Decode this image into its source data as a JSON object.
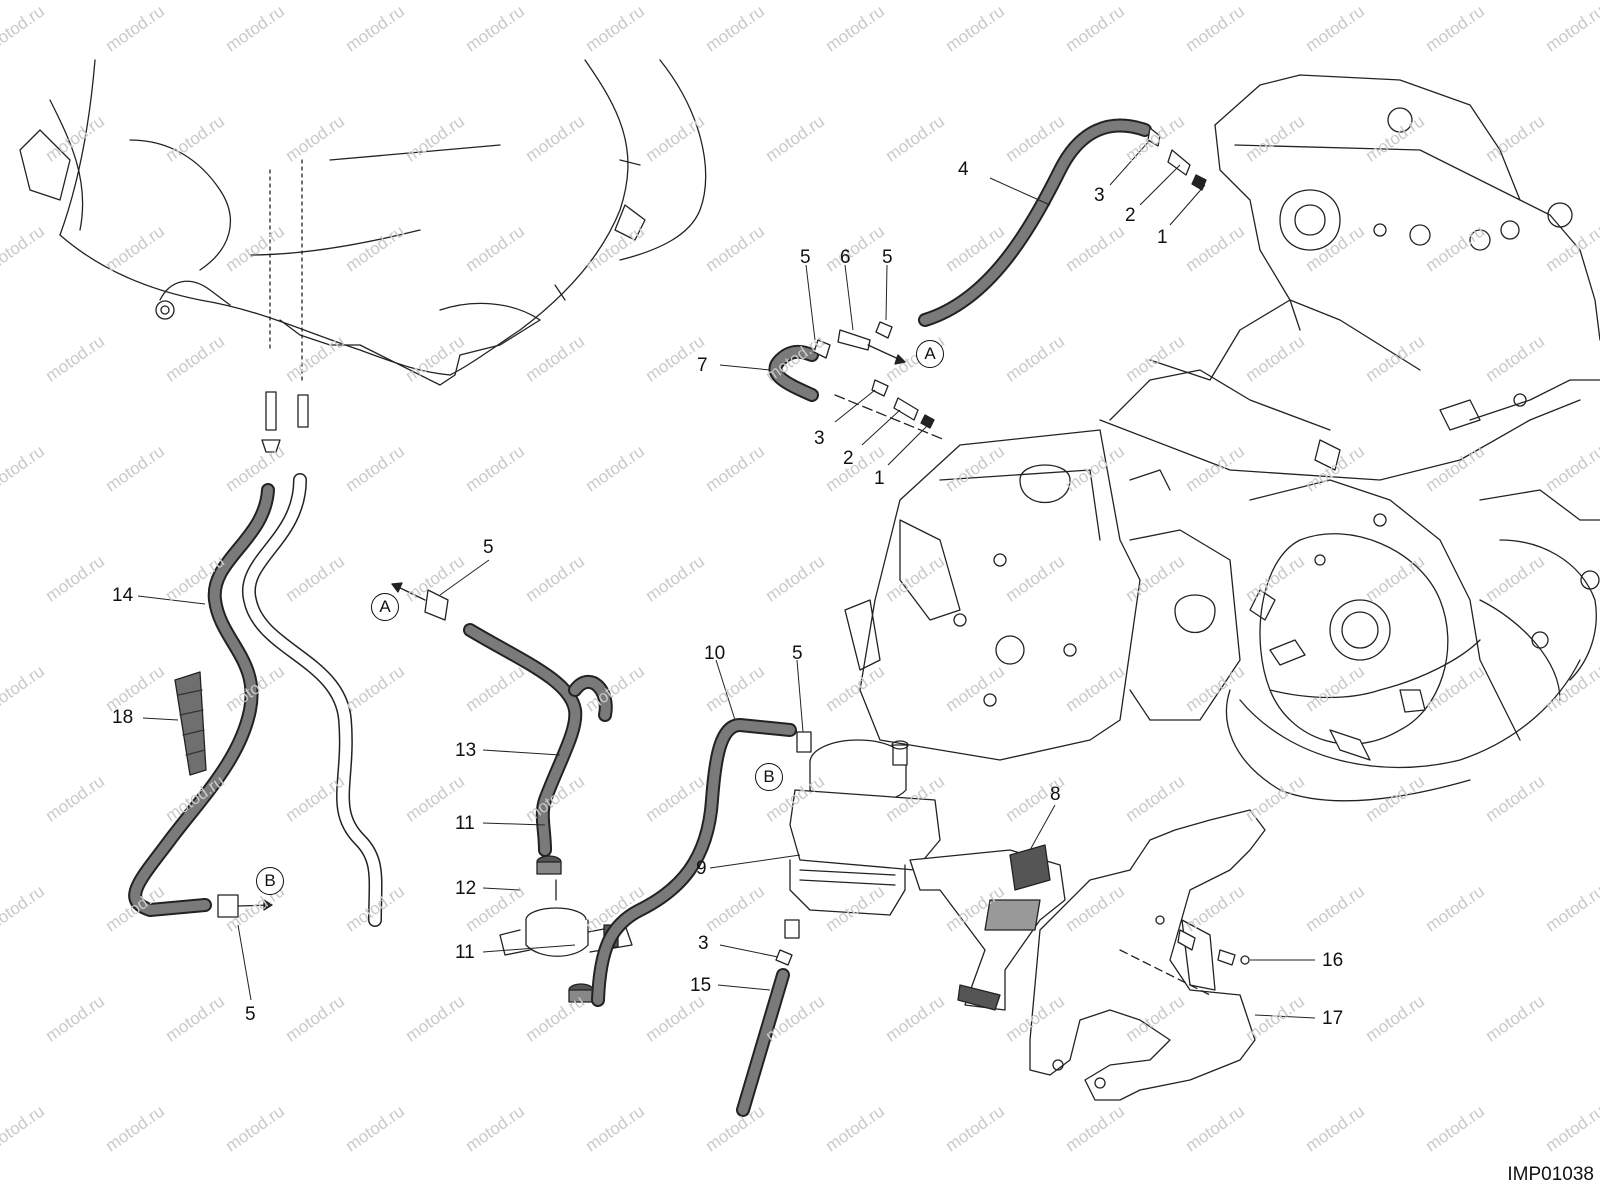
{
  "diagram": {
    "watermark": "motod.ru",
    "reference_code": "IMP01038",
    "callouts": [
      {
        "id": "c1a",
        "text": "1"
      },
      {
        "id": "c2a",
        "text": "2"
      },
      {
        "id": "c3a",
        "text": "3"
      },
      {
        "id": "c4",
        "text": "4"
      },
      {
        "id": "c5a",
        "text": "5"
      },
      {
        "id": "c6",
        "text": "6"
      },
      {
        "id": "c5b",
        "text": "5"
      },
      {
        "id": "c7",
        "text": "7"
      },
      {
        "id": "c3b",
        "text": "3"
      },
      {
        "id": "c2b",
        "text": "2"
      },
      {
        "id": "c1b",
        "text": "1"
      },
      {
        "id": "c5c",
        "text": "5"
      },
      {
        "id": "c14",
        "text": "14"
      },
      {
        "id": "c18",
        "text": "18"
      },
      {
        "id": "c5d",
        "text": "5"
      },
      {
        "id": "c13",
        "text": "13"
      },
      {
        "id": "c11a",
        "text": "11"
      },
      {
        "id": "c12",
        "text": "12"
      },
      {
        "id": "c11b",
        "text": "11"
      },
      {
        "id": "c10",
        "text": "10"
      },
      {
        "id": "c5e",
        "text": "5"
      },
      {
        "id": "c9",
        "text": "9"
      },
      {
        "id": "c3c",
        "text": "3"
      },
      {
        "id": "c15",
        "text": "15"
      },
      {
        "id": "c8",
        "text": "8"
      },
      {
        "id": "c16",
        "text": "16"
      },
      {
        "id": "c17",
        "text": "17"
      }
    ],
    "connectors": [
      {
        "id": "a1",
        "text": "A"
      },
      {
        "id": "a2",
        "text": "A"
      },
      {
        "id": "b1",
        "text": "B"
      },
      {
        "id": "b2",
        "text": "B"
      }
    ]
  }
}
